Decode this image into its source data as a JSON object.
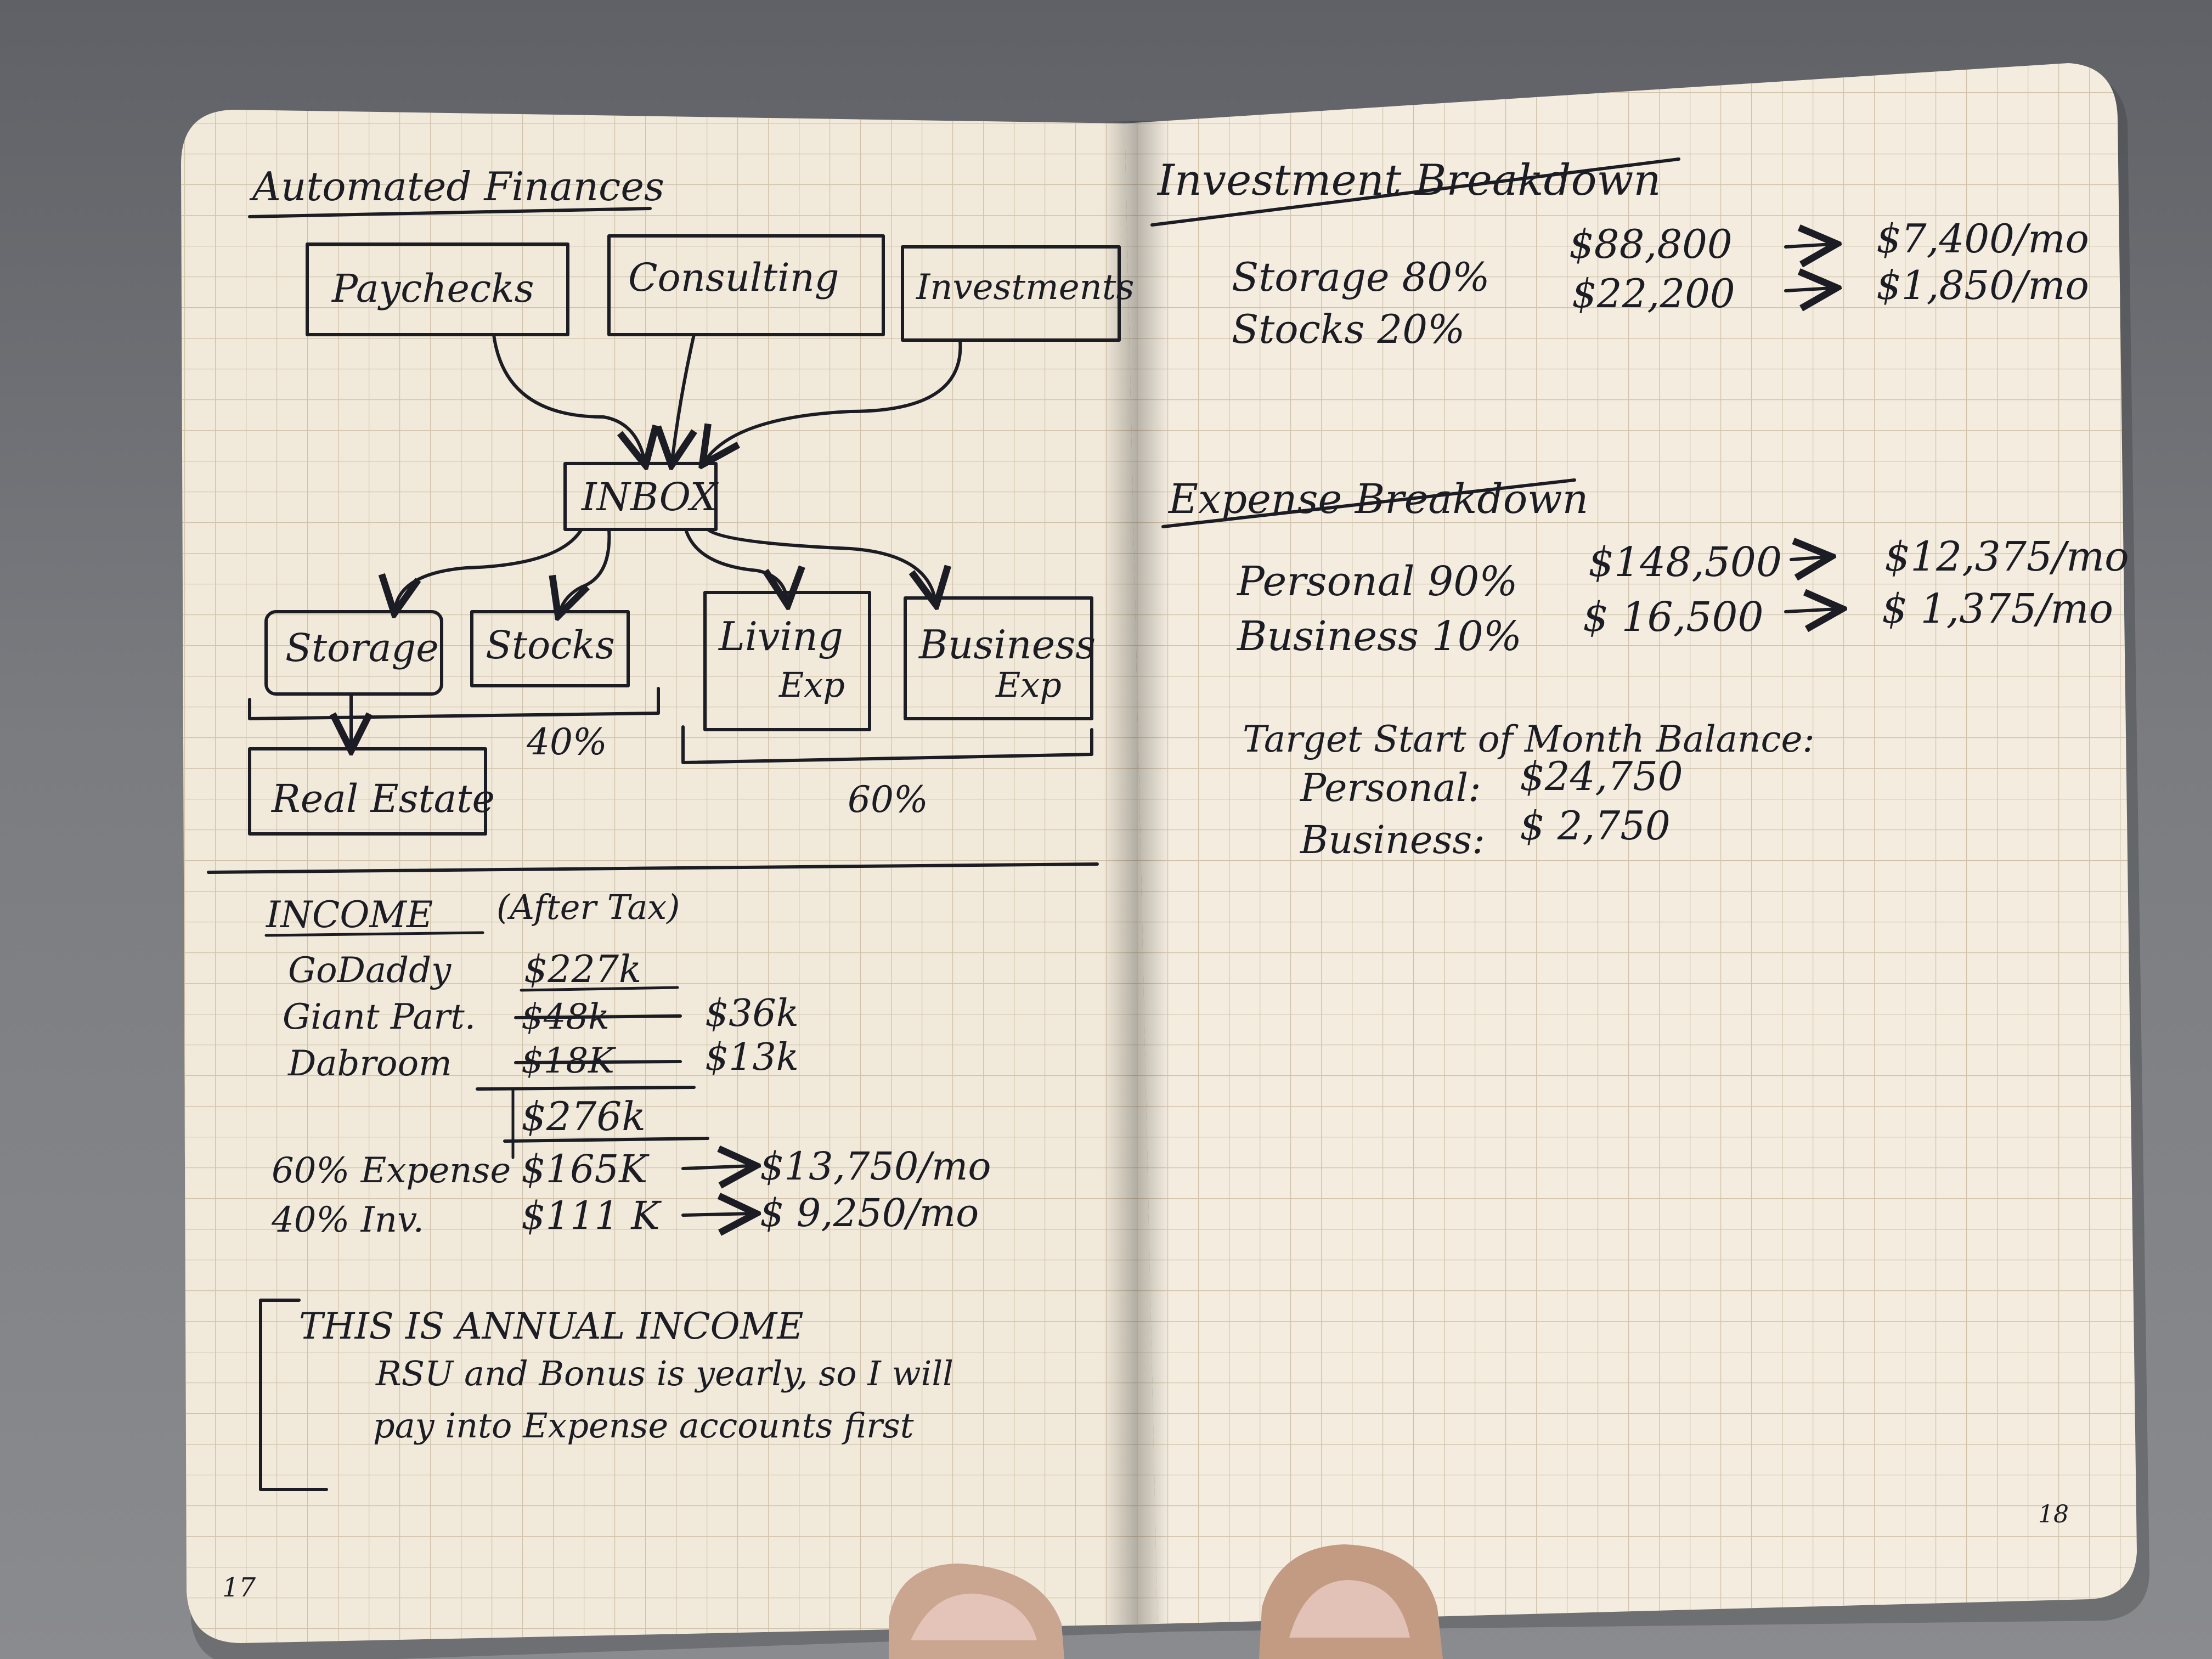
{
  "left_page": {
    "title": "Automated Finances",
    "sources": [
      "Paychecks",
      "Consulting",
      "Investments"
    ],
    "inbox": "INBOX",
    "investment_buckets": [
      "Storage",
      "Stocks"
    ],
    "real_estate": "Real Estate",
    "expense_buckets": [
      {
        "line1": "Living",
        "line2": "Exp"
      },
      {
        "line1": "Business",
        "line2": "Exp"
      }
    ],
    "investment_pct": "40%",
    "expense_pct": "60%",
    "income_header": "INCOME",
    "income_note": "(After Tax)",
    "income_rows": [
      {
        "name": "GoDaddy",
        "struck": "",
        "value": "$227k"
      },
      {
        "name": "Giant Part.",
        "struck": "$48k",
        "value": "$36k"
      },
      {
        "name": "Dabroom",
        "struck": "$18K",
        "value": "$13k"
      }
    ],
    "income_total": "$276k",
    "split_rows": [
      {
        "label": "60% Expense",
        "annual": "$165K",
        "monthly": "$13,750/mo"
      },
      {
        "label": "40% Inv.",
        "annual": "$111 K",
        "monthly": "$ 9,250/mo"
      }
    ],
    "note_line1": "THIS IS ANNUAL INCOME",
    "note_line2": "RSU and Bonus is yearly, so I will",
    "note_line3": "pay into Expense accounts first",
    "page_number": "17"
  },
  "right_page": {
    "investment_title": "Investment Breakdown",
    "investment_rows": [
      {
        "label": "Storage 80%",
        "annual": "$88,800",
        "monthly": "$7,400/mo"
      },
      {
        "label": "Stocks 20%",
        "annual": "$22,200",
        "monthly": "$1,850/mo"
      }
    ],
    "expense_title": "Expense Breakdown",
    "expense_rows": [
      {
        "label": "Personal 90%",
        "annual": "$148,500",
        "monthly": "$12,375/mo"
      },
      {
        "label": "Business 10%",
        "annual": "$ 16,500",
        "monthly": "$ 1,375/mo"
      }
    ],
    "target_title": "Target Start of Month Balance:",
    "target_rows": [
      {
        "label": "Personal:",
        "value": "$24,750"
      },
      {
        "label": "Business:",
        "value": "$ 2,750"
      }
    ],
    "page_number": "18"
  },
  "colors": {
    "paper": "#f1eadb",
    "grid": "#c9b9a0",
    "ink": "#1c1c24",
    "background": "#6f7175"
  }
}
